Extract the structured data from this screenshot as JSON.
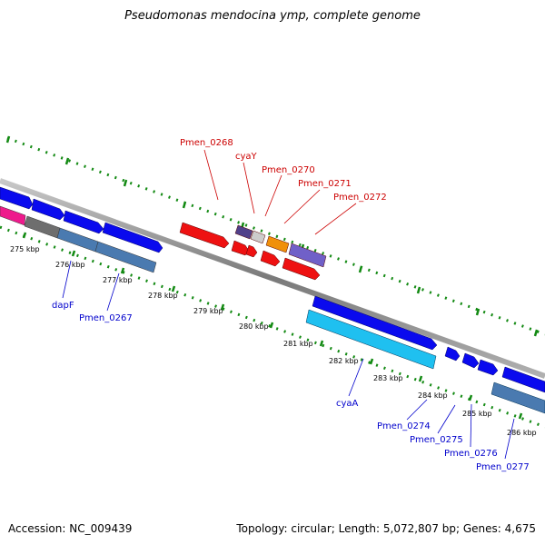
{
  "title": "Pseudomonas mendocina ymp, complete genome",
  "footer": {
    "accession": "Accession: NC_009439",
    "topology": "Topology: circular; Length: 5,072,807 bp; Genes: 4,675"
  },
  "colors": {
    "forward_label": "#cc0000",
    "reverse_label": "#0000cc",
    "tick": "#138a13",
    "backbone": "#8a8a8a"
  },
  "scale_labels": [
    "275 kbp",
    "276 kbp",
    "277 kbp",
    "278 kbp",
    "279 kbp",
    "280 kbp",
    "281 kbp",
    "282 kbp",
    "283 kbp",
    "284 kbp",
    "285 kbp",
    "286 kbp"
  ],
  "gene_labels_top": [
    "Pmen_0268",
    "cyaY",
    "Pmen_0270",
    "Pmen_0271",
    "Pmen_0272"
  ],
  "gene_labels_bottom": [
    "dapF",
    "Pmen_0267",
    "cyaA",
    "Pmen_0274",
    "Pmen_0275",
    "Pmen_0276",
    "Pmen_0277"
  ]
}
